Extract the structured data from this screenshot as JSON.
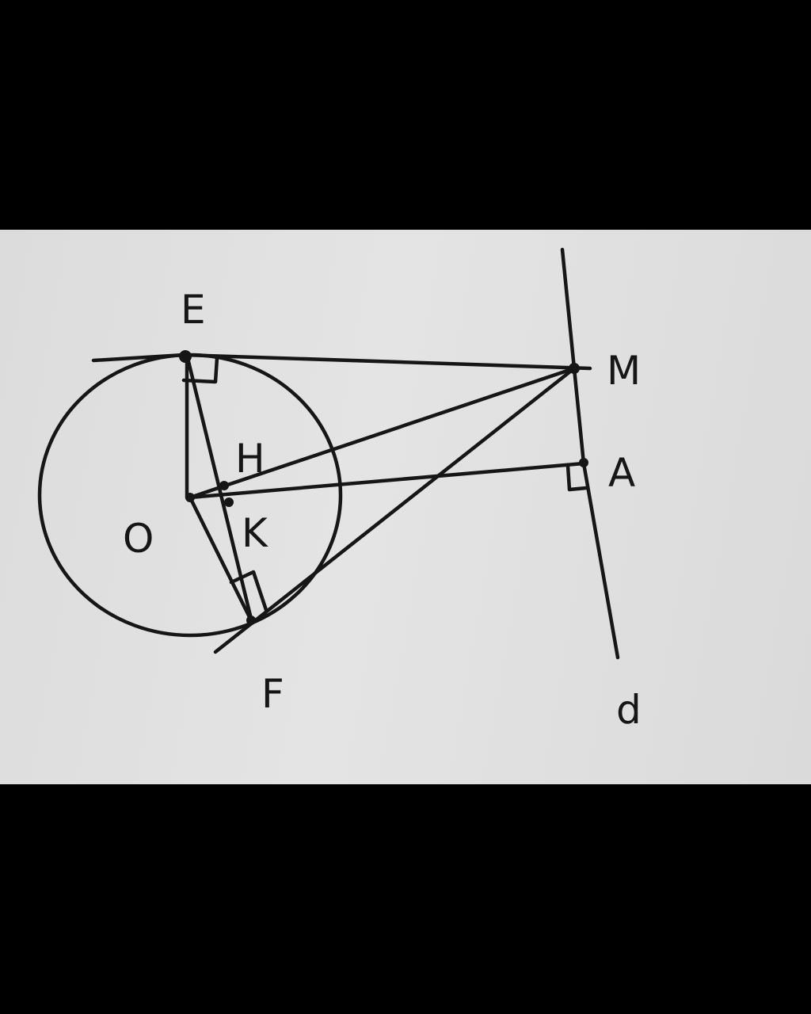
{
  "figure": {
    "ink_color": "#161616",
    "paper_color": "#e0e0e0",
    "background_color": "#000000",
    "points": {
      "E": "E",
      "M": "M",
      "A": "A",
      "H": "H",
      "O": "O",
      "K": "K",
      "F": "F",
      "d": "d"
    }
  }
}
